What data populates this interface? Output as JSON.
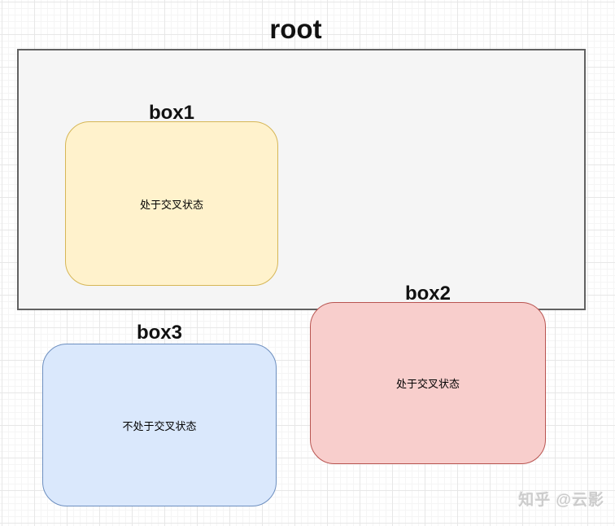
{
  "diagram": {
    "root": {
      "label": "root",
      "fill": "#f5f5f5",
      "stroke": "#616161"
    },
    "boxes": [
      {
        "id": "box1",
        "label": "box1",
        "text": "处于交叉状态",
        "fill": "#fff2cc",
        "stroke": "#d6b656",
        "position": "inside root"
      },
      {
        "id": "box2",
        "label": "box2",
        "text": "处于交叉状态",
        "fill": "#f8cecc",
        "stroke": "#b85450",
        "position": "overlapping root bottom edge"
      },
      {
        "id": "box3",
        "label": "box3",
        "text": "不处于交叉状态",
        "fill": "#dae8fc",
        "stroke": "#6c8ebf",
        "position": "outside root"
      }
    ],
    "grid": {
      "minor_color": "#f5f5f5",
      "major_color": "#e7e7e7"
    }
  },
  "watermark": {
    "text": "知乎 @云影"
  }
}
